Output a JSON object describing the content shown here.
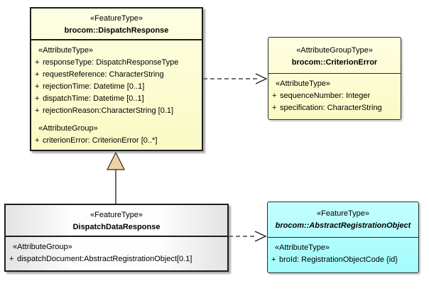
{
  "visibility_prefix": "+",
  "colors": {
    "feature_type_fill": "#FAFAC4",
    "abstract_fill": "#A2FBFB",
    "plain_class_fill": "#F4F4F4",
    "border": "#1d1d1d",
    "generalization_triangle_fill": "#EFD2A4"
  },
  "classes": {
    "dispatchResponse": {
      "stereotype": "«FeatureType»",
      "name": "brocom::DispatchResponse",
      "attr_stereotype": "«AttributeType»",
      "attributes": [
        "responseType: DispatchResponseType",
        "requestReference: CharacterString",
        "rejectionTime: Datetime [0..1]",
        "dispatchTime: Datetime [0..1]",
        "rejectionReason:CharacterString [0.1]"
      ],
      "group_stereotype": "«AttributeGroup»",
      "group_attributes": [
        "criterionError: CriterionError [0..*]"
      ]
    },
    "criterionError": {
      "stereotype": "«AttributeGroupType»",
      "name": "brocom::CriterionError",
      "attr_stereotype": "«AttributeType»",
      "attributes": [
        "sequenceNumber: Integer",
        "specification: CharacterString"
      ]
    },
    "dispatchDataResponse": {
      "stereotype": "«FeatureType»",
      "name": "DispatchDataResponse",
      "group_stereotype": "«AttributeGroup»",
      "group_attributes": [
        "dispatchDocument:AbstractRegistrationObject[0.1]"
      ]
    },
    "abstractRegistrationObject": {
      "stereotype": "«FeatureType»",
      "name": "brocom::AbstractRegistrationObject",
      "attr_stereotype": "«AttributeType»",
      "attributes": [
        "broId: RegistrationObjectCode {id}"
      ]
    }
  },
  "relations": {
    "dependency_top": "dashed-dependency-arrow",
    "dependency_bottom": "dashed-dependency-arrow",
    "generalization": "generalization-arrow"
  }
}
